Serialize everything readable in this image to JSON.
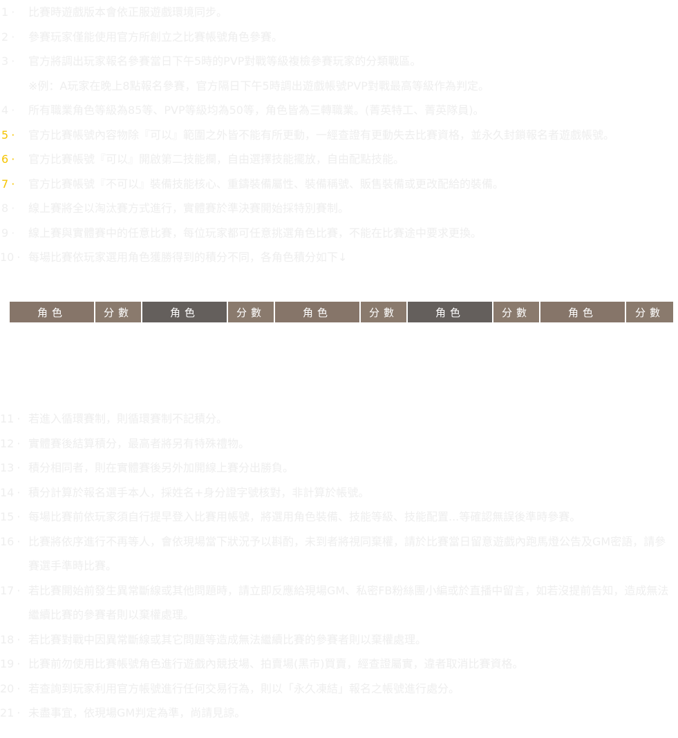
{
  "colors": {
    "rule_text": "#eeeeee",
    "highlight_number": "#f5c400",
    "header_brown": "#867569",
    "header_gray": "#645f5c"
  },
  "rules_top": [
    {
      "num": "1",
      "text": "比賽時遊戲版本會依正服遊戲環境同步。"
    },
    {
      "num": "2",
      "text": "參賽玩家僅能使用官方所創立之比賽帳號角色參賽。"
    },
    {
      "num": "3",
      "text": "官方將調出玩家報名參賽當日下午5時的PVP對戰等級複檢參賽玩家的分類戰區。",
      "note": "※例：A玩家在晚上8點報名參賽，官方隔日下午5時調出遊戲帳號PVP對戰最高等級作為判定。"
    },
    {
      "num": "4",
      "text": "所有職業角色等級為85等、PVP等級均為50等，角色皆為三轉職業。(菁英特工、菁英隊員)。"
    },
    {
      "num": "5",
      "text": "官方比賽帳號內容物除『可以』範圍之外皆不能有所更動，一經查證有更動失去比賽資格，並永久封鎖報名者遊戲帳號。",
      "highlight": true
    },
    {
      "num": "6",
      "text": "官方比賽帳號『可以』開啟第二技能欄，自由選擇技能擺放，自由配點技能。",
      "highlight": true
    },
    {
      "num": "7",
      "text": "官方比賽帳號『不可以』裝備技能核心、重鑄裝備屬性、裝備稱號、販售裝備或更改配給的裝備。",
      "highlight": true
    },
    {
      "num": "8",
      "text": "線上賽將全以淘汰賽方式進行，實體賽於準決賽開始採特別賽制。"
    },
    {
      "num": "9",
      "text": "線上賽與實體賽中的任意比賽，每位玩家都可任意挑選角色比賽，不能在比賽途中要求更換。"
    },
    {
      "num": "10",
      "text": "每場比賽依玩家選用角色獲勝得到的積分不同，各角色積分如下↓"
    }
  ],
  "score_table": {
    "headers": [
      "角色",
      "分數",
      "角色",
      "分數",
      "角色",
      "分數",
      "角色",
      "分數",
      "角色",
      "分數"
    ]
  },
  "rules_bottom": [
    {
      "num": "11",
      "text": "若進入循環賽制，則循環賽制不記積分。"
    },
    {
      "num": "12",
      "text": "實體賽後結算積分，最高者將另有特殊禮物。"
    },
    {
      "num": "13",
      "text": "積分相同者，則在實體賽後另外加開線上賽分出勝負。"
    },
    {
      "num": "14",
      "text": "積分計算於報名選手本人，採姓名+身分證字號核對，非計算於帳號。"
    },
    {
      "num": "15",
      "text": "每場比賽前依玩家須自行提早登入比賽用帳號，將選用角色裝備、技能等級、技能配置...等確認無誤後準時參賽。"
    },
    {
      "num": "16",
      "text": "比賽將依序進行不再等人，會依現場當下狀況予以斟酌，未到者將視同棄權，請於比賽當日留意遊戲內跑馬燈公告及GM密語，請參賽選手準時比賽。"
    },
    {
      "num": "17",
      "text": "若比賽開始前發生異常斷線或其他問題時，請立即反應給現場GM、私密FB粉絲團小編或於直播中留言，如若沒提前告知，造成無法繼續比賽的參賽者則以棄權處理。"
    },
    {
      "num": "18",
      "text": "若比賽對戰中因異常斷線或其它問題等造成無法繼續比賽的參賽者則以棄權處理。"
    },
    {
      "num": "19",
      "text": "比賽前勿使用比賽帳號角色進行遊戲內競技場、拍賣場(黑市)買賣，經查證屬實，違者取消比賽資格。"
    },
    {
      "num": "20",
      "text": "若查詢到玩家利用官方帳號進行任何交易行為，則以「永久凍結」報名之帳號進行處分。"
    },
    {
      "num": "21",
      "text": "未盡事宜，依現場GM判定為準，尚請見諒。"
    }
  ]
}
